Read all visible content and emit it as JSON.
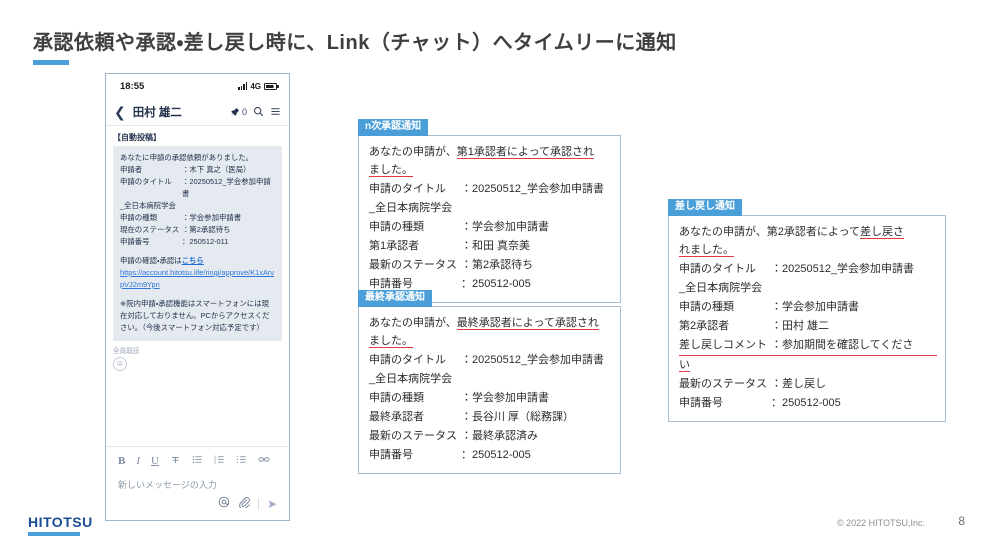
{
  "slide": {
    "title": "承認依頼や承認・差し戻し時に、Link（チャット）へタイムリーに通知",
    "accent_color": "#4a9fd8",
    "underline_color": "#e03a3a"
  },
  "phone": {
    "status_bar": {
      "time": "18:55",
      "network": "4G",
      "signal_icon": "signal-bars-icon",
      "battery_icon": "battery-icon"
    },
    "header": {
      "back_icon": "chevron-left-icon",
      "chat_name": "田村 雄二",
      "pin_icon": "pin-icon",
      "pin_count": "0",
      "search_icon": "search-icon",
      "menu_icon": "hamburger-menu-icon"
    },
    "message": {
      "auto_post_label": "【自動投稿】",
      "intro": "あなたに申請の承認依頼がありました。",
      "fields": [
        {
          "key": "申請者",
          "value": "：木下 真之（医局）"
        },
        {
          "key": "申請のタイトル",
          "value": "：20250512_学会参加申請書"
        },
        {
          "key": "",
          "value": "_全日本病院学会"
        },
        {
          "key": "申請の種類",
          "value": "：学会参加申請書"
        },
        {
          "key": "現在のステータス",
          "value": "：第2承認待ち"
        },
        {
          "key": "申請番号",
          "value": "：250512-011"
        }
      ],
      "confirm_prefix": "申請の確認・承認は",
      "confirm_link_text": "こちら",
      "url": "https://account.hitotsu.life/ringi/approve/K1xArvpVJ2m9Ypn",
      "note": "※院内申請・承認機能はスマートフォンには現在対応しておりません。PCからアクセスください。（今後スマートフォン対応予定です）",
      "read_status": "全員既読",
      "reaction_icon": "emoji-reaction-icon"
    },
    "compose": {
      "toolbar": [
        {
          "icon": "bold-icon",
          "label": "B"
        },
        {
          "icon": "italic-icon",
          "label": "I"
        },
        {
          "icon": "underline-icon",
          "label": "U"
        },
        {
          "icon": "strikethrough-icon",
          "label": "S"
        },
        {
          "icon": "bulleted-list-icon",
          "label": "☰"
        },
        {
          "icon": "numbered-list-icon",
          "label": "☰"
        },
        {
          "icon": "indent-list-icon",
          "label": "☰"
        },
        {
          "icon": "link-icon",
          "label": "∞"
        }
      ],
      "placeholder": "新しいメッセージの入力",
      "mention_icon": "at-mention-icon",
      "attach_icon": "paperclip-icon",
      "send_icon": "send-arrow-icon"
    }
  },
  "callouts": [
    {
      "badge": "n次承認通知",
      "intro_plain": "あなたの申請が、",
      "intro_underlined": "第1承認者によって承認され",
      "intro_underlined2": "ました。",
      "fields": [
        {
          "key": "申請のタイトル",
          "value": "：20250512_学会参加申請書",
          "underline": false
        },
        {
          "key": "",
          "value": "_全日本病院学会",
          "underline": false
        },
        {
          "key": "申請の種類",
          "value": "：学会参加申請書",
          "underline": false
        },
        {
          "key": "第1承認者",
          "value": "：和田 真奈美",
          "underline": false
        },
        {
          "key": "最新のステータス",
          "value": "：第2承認待ち",
          "underline": false
        },
        {
          "key": "申請番号",
          "value": "：250512-005",
          "underline": false
        }
      ]
    },
    {
      "badge": "最終承認通知",
      "intro_plain": "あなたの申請が、",
      "intro_underlined": "最終承認者によって承認され",
      "intro_underlined2": "ました。",
      "fields": [
        {
          "key": "申請のタイトル",
          "value": "：20250512_学会参加申請書",
          "underline": false
        },
        {
          "key": "",
          "value": "_全日本病院学会",
          "underline": false
        },
        {
          "key": "申請の種類",
          "value": "：学会参加申請書",
          "underline": false
        },
        {
          "key": "最終承認者",
          "value": "：長谷川 厚（総務課）",
          "underline": false
        },
        {
          "key": "最新のステータス",
          "value": "：最終承認済み",
          "underline": false
        },
        {
          "key": "申請番号",
          "value": "：250512-005",
          "underline": false
        }
      ]
    },
    {
      "badge": "差し戻し通知",
      "intro_plain": "あなたの申請が、第2承認者によって",
      "intro_underlined": "差し戻さ",
      "intro_underlined2": "れました。",
      "fields": [
        {
          "key": "申請のタイトル",
          "value": "：20250512_学会参加申請書",
          "underline": false
        },
        {
          "key": "",
          "value": "_全日本病院学会",
          "underline": false
        },
        {
          "key": "申請の種類",
          "value": "：学会参加申請書",
          "underline": false
        },
        {
          "key": "第2承認者",
          "value": "：田村 雄二",
          "underline": false
        },
        {
          "key": "差し戻しコメント",
          "value": "：参加期間を確認してくださ",
          "underline": true
        },
        {
          "key": "",
          "value": "い",
          "underline": true
        },
        {
          "key": "最新のステータス",
          "value": "：差し戻し",
          "underline": false
        },
        {
          "key": "申請番号",
          "value": "：250512-005",
          "underline": false
        }
      ]
    }
  ],
  "footer": {
    "logo": "HITOTSU",
    "copyright": "© 2022 HITOTSU,Inc.",
    "page_number": "8"
  }
}
